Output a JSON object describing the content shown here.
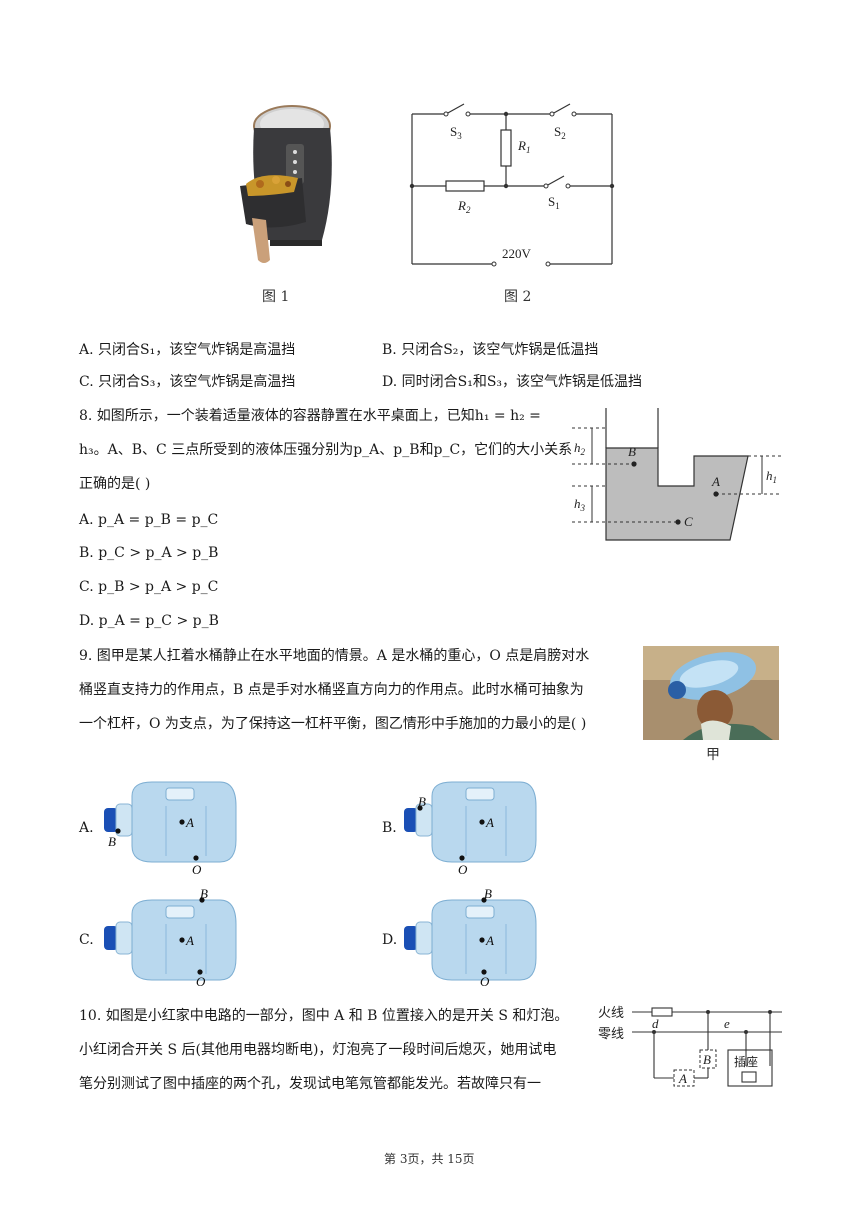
{
  "fig_top": {
    "fig1_caption": "图 1",
    "fig2_caption": "图 2",
    "circuit": {
      "s3": "S",
      "s3_sub": "3",
      "s2": "S",
      "s2_sub": "2",
      "s1": "S",
      "s1_sub": "1",
      "r1": "R",
      "r1_sub": "1",
      "r2": "R",
      "r2_sub": "2",
      "voltage": "220V"
    }
  },
  "q7_options": {
    "A": "A. 只闭合S₁，该空气炸锅是高温挡",
    "B": "B. 只闭合S₂，该空气炸锅是低温挡",
    "C": "C. 只闭合S₃，该空气炸锅是高温挡",
    "D": "D. 同时闭合S₁和S₃，该空气炸锅是低温挡"
  },
  "q8": {
    "line1": "8. 如图所示，一个装着适量液体的容器静置在水平桌面上，已知h₁ = h₂ =",
    "line2": "h₃。A、B、C 三点所受到的液体压强分别为p_A、p_B和p_C，它们的大小关系",
    "line3": "正确的是(    )",
    "options": [
      "A. p_A = p_B = p_C",
      "B. p_C > p_A > p_B",
      "C. p_B > p_A > p_C",
      "D. p_A = p_C > p_B"
    ],
    "figure": {
      "h2": "h",
      "h2_sub": "2",
      "h1": "h",
      "h1_sub": "1",
      "h3": "h",
      "h3_sub": "3",
      "B": "B",
      "A": "A",
      "C": "C"
    }
  },
  "q9": {
    "line1": "9. 图甲是某人扛着水桶静止在水平地面的情景。A 是水桶的重心，O 点是肩膀对水",
    "line2": "桶竖直支持力的作用点，B 点是手对水桶竖直方向力的作用点。此时水桶可抽象为",
    "line3": "一个杠杆，O 为支点，为了保持这一杠杆平衡，图乙情形中手施加的力最小的是(    )",
    "photo_caption": "甲",
    "options": [
      {
        "label": "A.",
        "A": "A",
        "B": "B",
        "O": "O"
      },
      {
        "label": "B.",
        "A": "A",
        "B": "B",
        "O": "O"
      },
      {
        "label": "C.",
        "A": "A",
        "B": "B",
        "O": "O"
      },
      {
        "label": "D.",
        "A": "A",
        "B": "B",
        "O": "O"
      }
    ]
  },
  "q10": {
    "line1": "10. 如图是小红家中电路的一部分，图中 A 和 B 位置接入的是开关 S 和灯泡。",
    "line2": "小红闭合开关 S 后(其他用电器均断电)，灯泡亮了一段时间后熄灭，她用试电",
    "line3": "笔分别测试了图中插座的两个孔，发现试电笔氖管都能发光。若故障只有一",
    "figure": {
      "live": "火线",
      "neutral": "零线",
      "d": "d",
      "e": "e",
      "B": "B",
      "A": "A",
      "socket": "插座"
    }
  },
  "footer": "第 3页，共 15页"
}
